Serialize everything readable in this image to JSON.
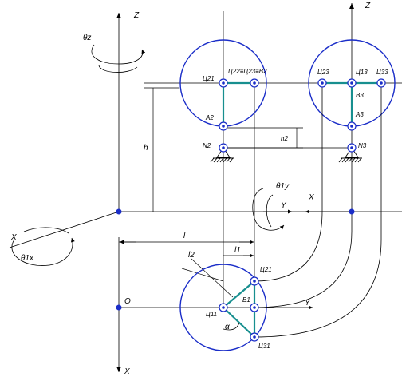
{
  "labels": {
    "z_left": "Z",
    "z_right": "Z",
    "theta_z": "θz",
    "theta_1y": "θ1y",
    "theta_1x": "θ1x",
    "x_axis_left": "X",
    "x_axis_mid": "X",
    "x_axis_bottom": "X",
    "y_axis_mid": "Y",
    "y_axis_bottom": "Y",
    "origin": "O",
    "h": "h",
    "h2": "h2",
    "l": "l",
    "l1": "l1",
    "l2": "l2",
    "alpha": "α",
    "sl_u21": "Ц21",
    "sl_u22_eq": "Ц22≡Ц23≡В2",
    "sl_a2": "А2",
    "sl_n2": "N2",
    "sr_u23": "Ц23",
    "sr_u13": "Ц13",
    "sr_u33": "Ц33",
    "sr_b3": "В3",
    "sr_a3": "А3",
    "sr_n3": "N3",
    "b_u21": "Ц21",
    "b_u11": "Ц11",
    "b_b1": "В1",
    "b_u31": "Ц31"
  },
  "colors": {
    "circle": "#1a2dc8",
    "link": "#178f8f",
    "line": "#000000",
    "node": "#1a2dc8",
    "node_fill": "#ffffff",
    "hub": "#1a2dc8"
  }
}
